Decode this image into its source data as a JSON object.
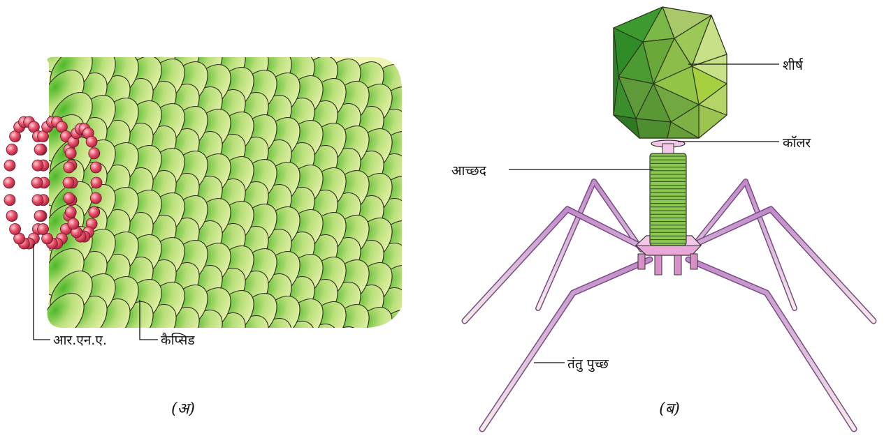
{
  "figure_a": {
    "caption": "(अ)",
    "labels": {
      "rna": "आर.एन.ए.",
      "capsid": "कैप्सिड"
    }
  },
  "figure_b": {
    "caption": "(ब)",
    "labels": {
      "head": "शीर्ष",
      "collar": "कॉलर",
      "sheath": "आच्छद",
      "tail_fibres": "तंतु पुच्छ"
    }
  },
  "colors": {
    "capsomere_light": "#eef5b4",
    "capsomere_dark": "#4db82a",
    "rna_bead": "#e8506a",
    "head_green": "#6aa83a",
    "sheath": "#8cc850",
    "tail_fibre": "#9b5fa8",
    "base_plate": "#e9a8d8"
  }
}
